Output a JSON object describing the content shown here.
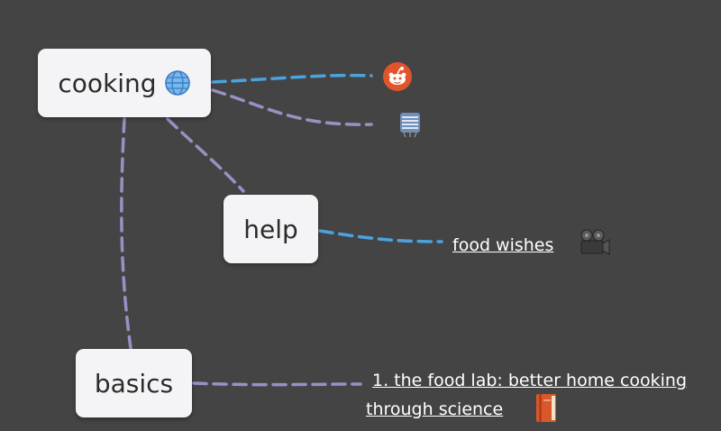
{
  "nodes": {
    "cooking": "cooking",
    "help": "help",
    "basics": "basics"
  },
  "links": {
    "food_wishes": "food wishes",
    "food_lab_line1": "1. the food lab: better home cooking",
    "food_lab_line2": "through science"
  },
  "icons": {
    "cooking": "globe-icon",
    "reddit": "reddit-icon",
    "feed": "feed-icon",
    "video": "video-camera-icon",
    "book": "book-icon"
  },
  "colors": {
    "background": "#444444",
    "node_fill": "#f4f4f6",
    "edge_blue": "#4aa3df",
    "edge_purple": "#9b8fc4",
    "link_text": "#ffffff"
  }
}
